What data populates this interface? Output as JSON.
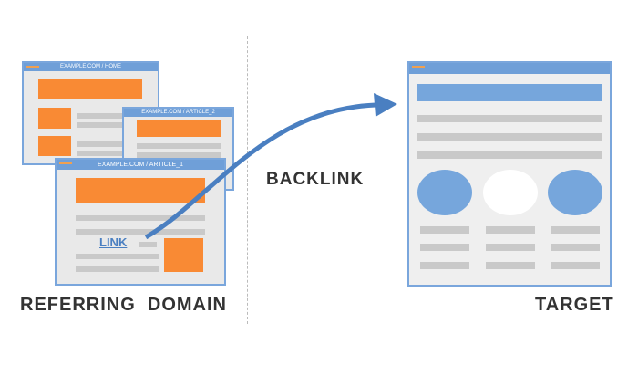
{
  "windows": {
    "home": "EXAMPLE.COM / HOME",
    "article2": "EXAMPLE.COM / ARTICLE_2",
    "article1": "EXAMPLE.COM / ARTICLE_1"
  },
  "link_text": "LINK",
  "backlink_label": "BACKLINK",
  "referring_label": "REFERRING  DOMAIN",
  "target_label": "TARGET",
  "colors": {
    "blue": "#4a7fc1",
    "orange": "#f98a34",
    "gray": "#c9c9c9"
  }
}
